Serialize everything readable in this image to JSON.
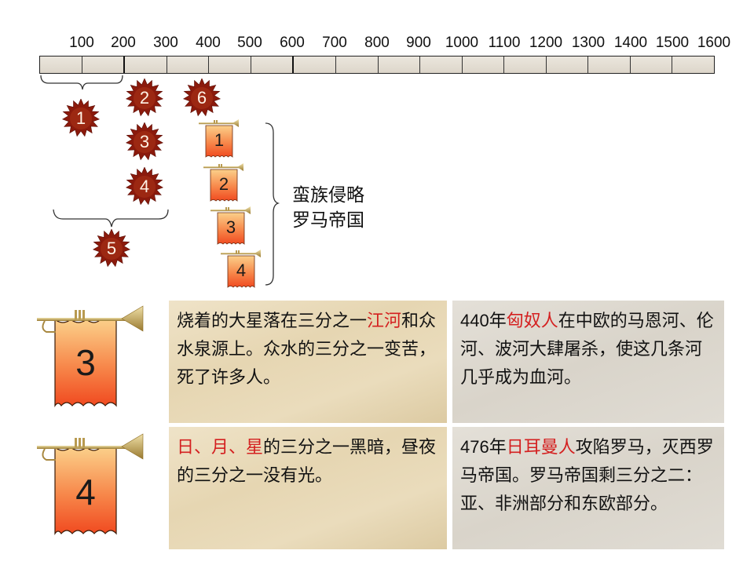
{
  "timeline": {
    "ticks": [
      "100",
      "200",
      "300",
      "400",
      "500",
      "600",
      "700",
      "800",
      "900",
      "1000",
      "1100",
      "1200",
      "1300",
      "1400",
      "1500",
      "1600"
    ]
  },
  "seals": [
    {
      "id": "1",
      "label": "1"
    },
    {
      "id": "2",
      "label": "2"
    },
    {
      "id": "3",
      "label": "3"
    },
    {
      "id": "4",
      "label": "4"
    },
    {
      "id": "5",
      "label": "5"
    },
    {
      "id": "6",
      "label": "6"
    }
  ],
  "trumpets_small": [
    {
      "label": "1"
    },
    {
      "label": "2"
    },
    {
      "label": "3"
    },
    {
      "label": "4"
    }
  ],
  "bracket_label": {
    "line1": "蛮族侵略",
    "line2": "罗马帝国"
  },
  "rows": [
    {
      "trumpet": "3",
      "prophecy": {
        "pre": "烧着的大星落在三分之一",
        "highlight": "江河",
        "post": "和众水泉源上。众水的三分之一变苦，死了许多人。"
      },
      "history": {
        "year": "440年",
        "highlight": "匈奴人",
        "post": "在中欧的马恩河、伦河、波河大肆屠杀，使这几条河几乎成为血河。"
      }
    },
    {
      "trumpet": "4",
      "prophecy": {
        "highlight": "日、月、星",
        "post": "的三分之一黑暗，昼夜的三分之一没有光。"
      },
      "history": {
        "year": "476年",
        "highlight": "日耳曼人",
        "post": "攻陷罗马，灭西罗马帝国。罗马帝国剩三分之二：亚、非洲部分和东欧部分。"
      }
    }
  ],
  "colors": {
    "highlight": "#d42020",
    "seal": "#8b1a0c",
    "banner_top": "#fbd08a",
    "banner_bottom": "#f04a20"
  }
}
